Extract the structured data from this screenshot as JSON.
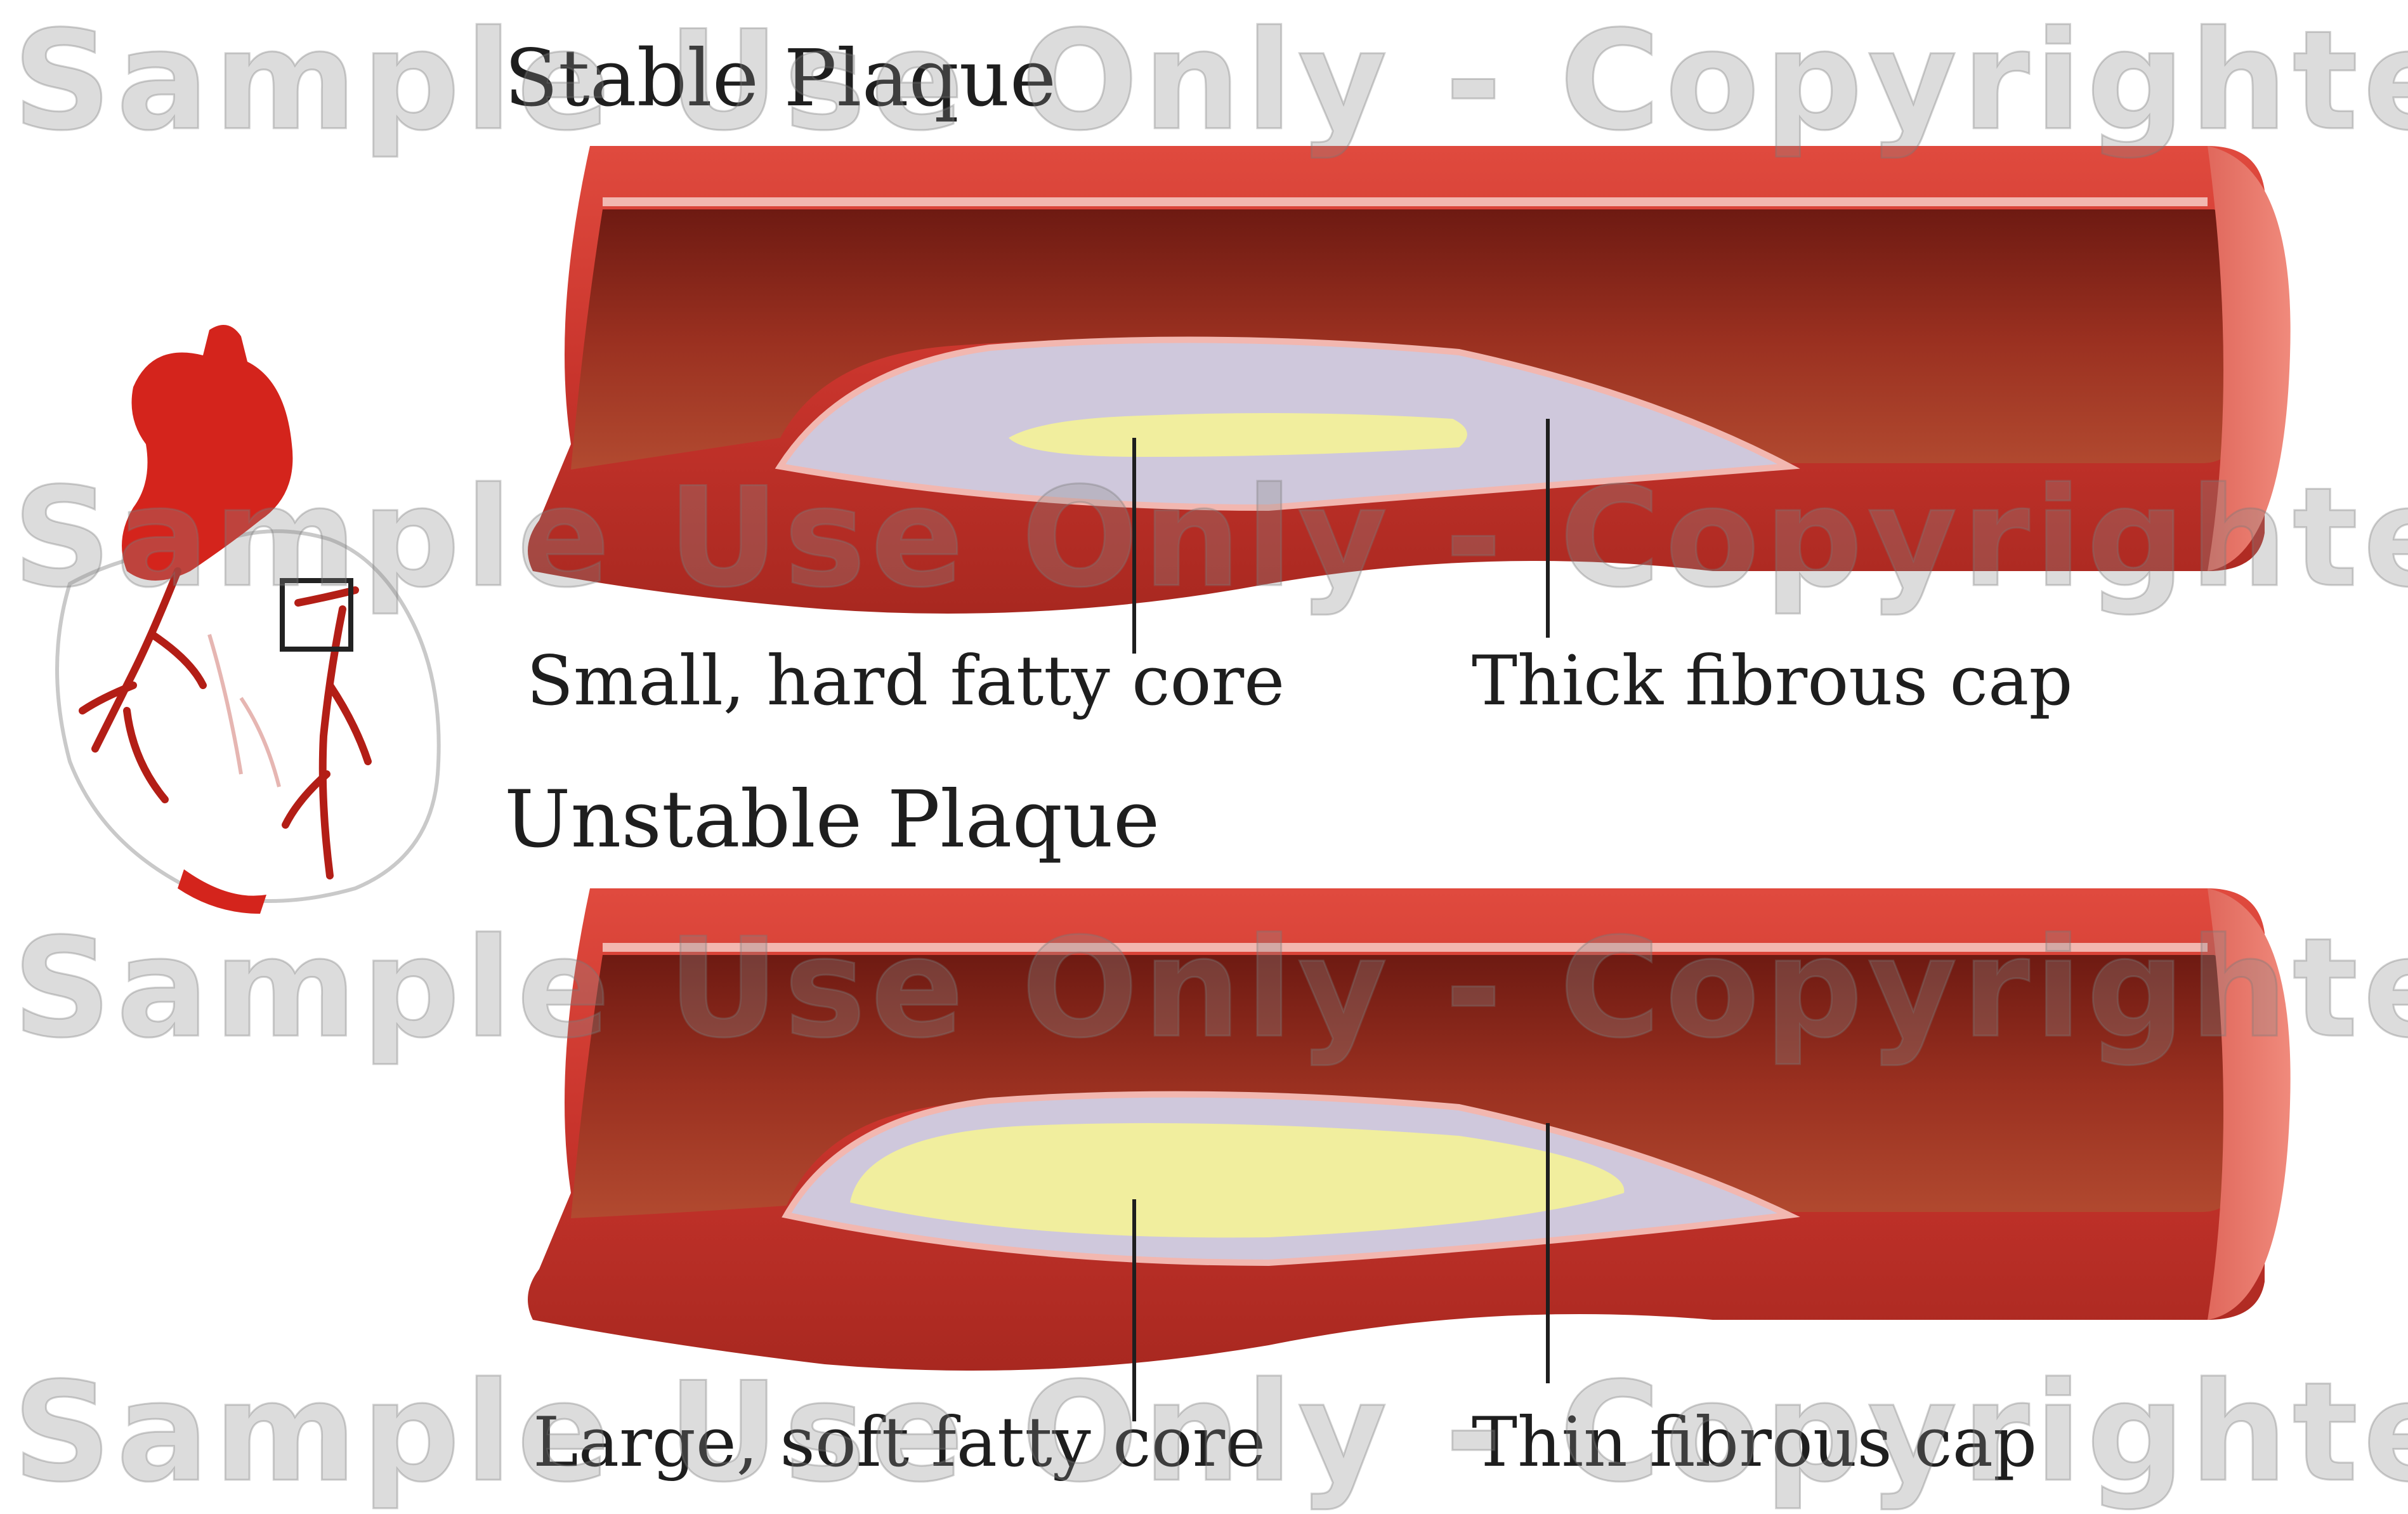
{
  "stable": {
    "title": "Stable Plaque",
    "core_label": "Small, hard fatty core",
    "cap_label": "Thick fibrous cap"
  },
  "unstable": {
    "title": "Unstable Plaque",
    "core_label": "Large, soft fatty core",
    "cap_label": "Thin fibrous cap"
  },
  "watermark": {
    "text": "Sample Use Only - Copyrighted"
  },
  "colors": {
    "vessel_outer": "#c8342c",
    "vessel_inner": "#8c2418",
    "lumen_line": "#f2b7b0",
    "fibrous_cap": "#cfc8dc",
    "fatty_core": "#f1ee9e",
    "heart": "#d4241c",
    "watermark": "#9a9a9a"
  },
  "icons": [
    "heart-icon"
  ]
}
